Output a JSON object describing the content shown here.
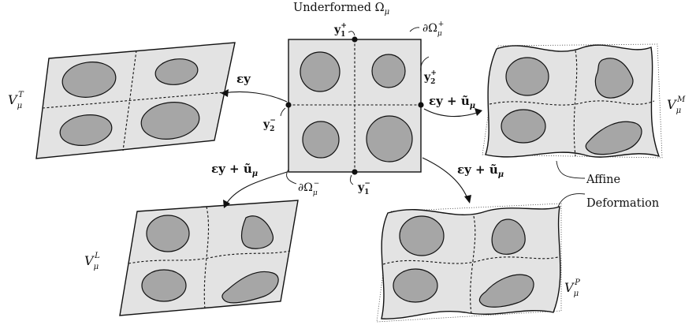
{
  "diagram": {
    "center_title": "Underformed Ω",
    "center_title_sub": "μ",
    "labels": {
      "y1_plus": "y",
      "y1_plus_sub": "1",
      "y1_plus_sup": "+",
      "y1_minus": "y",
      "y1_minus_sub": "1",
      "y1_minus_sup": "−",
      "y2_plus": "y",
      "y2_plus_sub": "2",
      "y2_plus_sup": "+",
      "y2_minus": "y",
      "y2_minus_sub": "2",
      "y2_minus_sup": "−",
      "boundary_plus": "∂Ω",
      "boundary_plus_sub": "μ",
      "boundary_plus_sup": "+",
      "boundary_minus": "∂Ω",
      "boundary_minus_sub": "μ",
      "boundary_minus_sup": "−"
    },
    "mappings": {
      "left": "εy",
      "right": "εy + ũ",
      "right_sub": "μ",
      "bottom_left": "εy + ũ",
      "bottom_left_sub": "μ",
      "bottom_right": "εy + ũ",
      "bottom_right_sub": "μ"
    },
    "cells": {
      "top_left": {
        "name": "V",
        "sub": "μ",
        "sup": "T"
      },
      "top_right": {
        "name": "V",
        "sub": "μ",
        "sup": "M"
      },
      "bottom_left": {
        "name": "V",
        "sub": "μ",
        "sup": "L"
      },
      "bottom_right": {
        "name": "V",
        "sub": "μ",
        "sup": "P"
      }
    },
    "affine_label_line1": "Affine",
    "affine_label_line2": "Deformation",
    "colors": {
      "cell_fill": "#e3e3e3",
      "inclusion_fill": "#a6a6a6",
      "stroke": "#111111"
    }
  }
}
